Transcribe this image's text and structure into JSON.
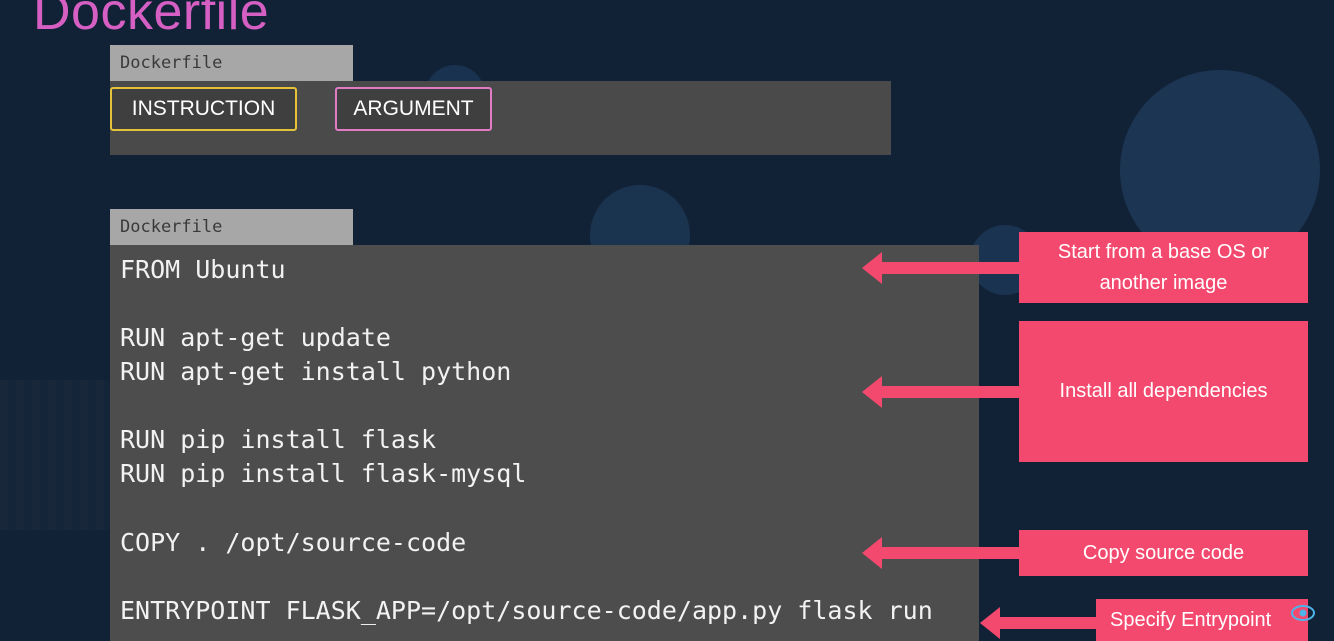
{
  "slide": {
    "title": "Dockerfile"
  },
  "syntax_box": {
    "tab_label": "Dockerfile",
    "instruction_label": "INSTRUCTION",
    "argument_label": "ARGUMENT"
  },
  "code_box": {
    "tab_label": "Dockerfile",
    "lines": [
      "FROM Ubuntu",
      "RUN apt-get update",
      "RUN apt-get install python",
      "RUN pip install flask",
      "RUN pip install flask-mysql",
      "COPY . /opt/source-code",
      "ENTRYPOINT FLASK_APP=/opt/source-code/app.py flask run"
    ]
  },
  "callouts": {
    "base_os": "Start from a base OS or another image",
    "dependencies": "Install all dependencies",
    "copy_source": "Copy source code",
    "entrypoint": "Specify Entrypoint"
  },
  "colors": {
    "background": "#122236",
    "title": "#d65fc3",
    "callout": "#f4496e",
    "instruction_border": "#e4c23a",
    "argument_border": "#e07bc4"
  },
  "icons": {
    "corner_logo": "eye-icon"
  }
}
